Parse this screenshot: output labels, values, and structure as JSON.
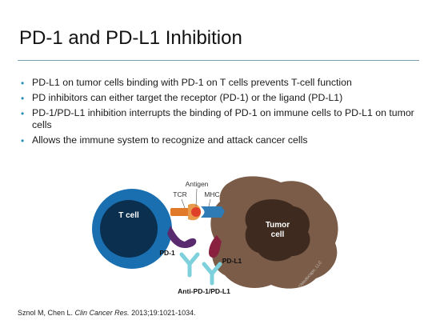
{
  "slide": {
    "title": "PD-1 and PD-L1 Inhibition",
    "bullets": [
      "PD-L1 on tumor cells binding with PD-1 on T cells prevents T-cell function",
      "PD inhibitors can either target the receptor (PD-1) or the ligand (PD-L1)",
      "PD-1/PD-L1 inhibition interrupts the binding of PD-1 on immune cells to PD-L1 on tumor cells",
      "Allows the immune system to recognize and attack cancer cells"
    ]
  },
  "diagram": {
    "t_cell_label": "T cell",
    "tumor_label_line1": "Tumor",
    "tumor_label_line2": "cell",
    "antigen_label": "Antigen",
    "tcr_label": "TCR",
    "mhc_label": "MHC",
    "pd1_label": "PD-1",
    "pdl1_label": "PD-L1",
    "antibody_label": "Anti-PD-1/PD-L1",
    "watermark": "©Medscape, LLC",
    "colors": {
      "t_cell": "#1a6fb0",
      "t_cell_nucleus": "#0b2f4f",
      "tumor_cell": "#7a5c48",
      "tumor_nucleus": "#3e2a1f",
      "tcr": "#e07a2a",
      "antigen": "#e0402a",
      "mhc": "#2f7bb5",
      "pd1": "#5a2a6e",
      "pdl1": "#8a2040",
      "antibody": "#7ed0dc"
    }
  },
  "citation": {
    "authors": "Sznol M, Chen L. ",
    "journal": "Clin Cancer Res.",
    "details": " 2013;19:1021-1034."
  }
}
